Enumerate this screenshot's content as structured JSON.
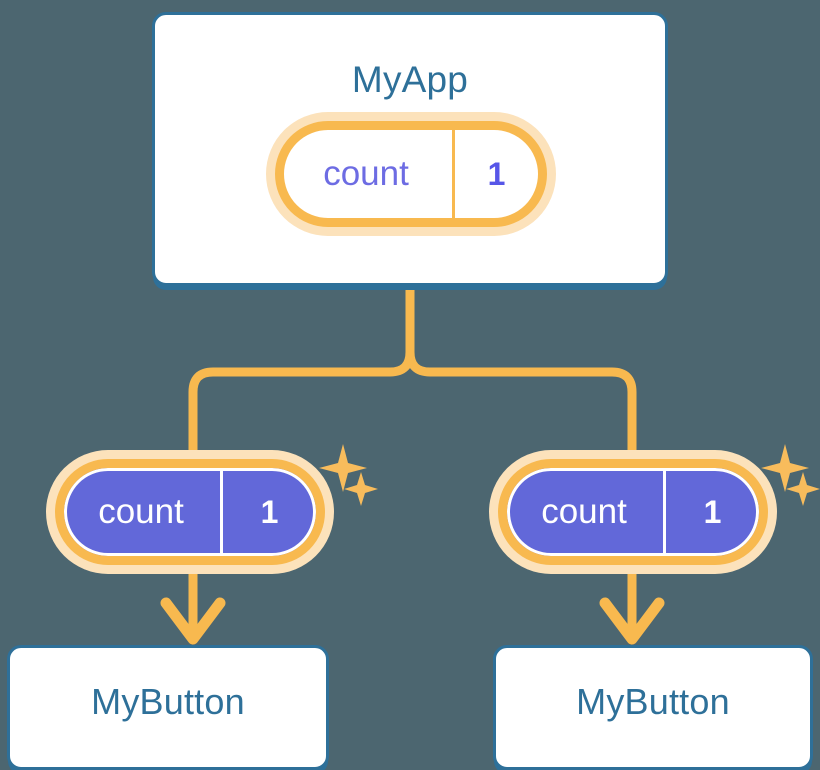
{
  "diagram": {
    "title_text": "MyApp",
    "background_color": "#4c6670",
    "accent_blue": "#2e7099",
    "accent_orange": "#f8b94f",
    "accent_orange_soft": "#fce2bb",
    "accent_purple": "#6268d9"
  },
  "app_component": {
    "label": "MyApp",
    "state": {
      "key": "count",
      "value": "1"
    }
  },
  "children": [
    {
      "label": "MyButton",
      "state": {
        "key": "count",
        "value": "1"
      }
    },
    {
      "label": "MyButton",
      "state": {
        "key": "count",
        "value": "1"
      }
    }
  ],
  "icons": {
    "sparkle_large": "sparkle-icon",
    "sparkle_small": "sparkle-small-icon",
    "arrow_down": "arrow-down-icon",
    "branch_connector": "branch-connector-icon"
  }
}
